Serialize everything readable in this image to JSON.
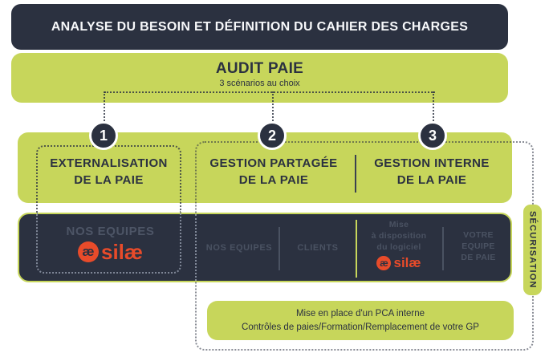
{
  "title_bar": {
    "label": "ANALYSE DU BESOIN ET DÉFINITION DU CAHIER DES CHARGES"
  },
  "audit": {
    "title": "AUDIT PAIE",
    "subtitle": "3 scénarios au choix"
  },
  "scenarios": [
    {
      "number": "1",
      "label_line1": "EXTERNALISATION",
      "label_line2": "DE LA PAIE"
    },
    {
      "number": "2",
      "label_line1": "GESTION PARTAGÉE",
      "label_line2": "DE LA PAIE"
    },
    {
      "number": "3",
      "label_line1": "GESTION INTERNE",
      "label_line2": "DE LA PAIE"
    }
  ],
  "actors": {
    "scenario1_team": "NOS EQUIPES",
    "scenario2_col1": "NOS EQUIPES",
    "scenario2_col2": "CLIENTS",
    "scenario3_provision_line1": "Mise",
    "scenario3_provision_line2": "à disposition",
    "scenario3_provision_line3": "du logiciel",
    "scenario3_team_line1": "VOTRE",
    "scenario3_team_line2": "EQUIPE",
    "scenario3_team_line3": "DE PAIE"
  },
  "logo": {
    "monogram": "æ",
    "text": "silæ"
  },
  "securisation": {
    "label": "SÉCURISATION"
  },
  "footer_box": {
    "line1": "Mise en place d'un PCA interne",
    "line2": "Contrôles de paies/Formation/Remplacement de votre GP"
  },
  "colors": {
    "navy": "#2b3140",
    "green": "#c7d65b",
    "orange": "#e84b2a",
    "gray_text": "#4a5262"
  }
}
